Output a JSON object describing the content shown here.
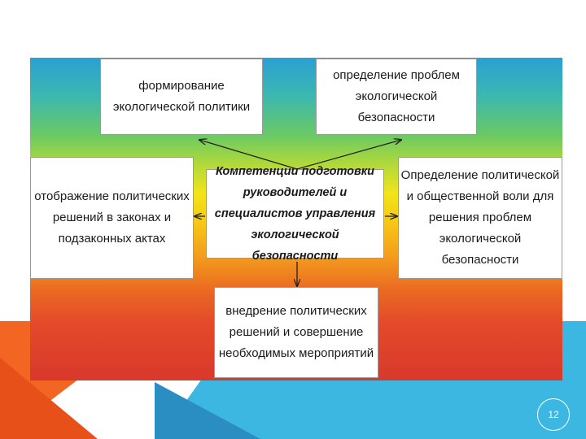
{
  "diagram": {
    "center": "Компетенции подготовки\nруководителей и\nспециалистов управления\nэкологической безопасности",
    "top_left": "формирование\nэкологической политики",
    "top_right": "определение проблем\nэкологической\nбезопасности",
    "mid_left": "отображение политических\nрешений в законах и\nподзаконных актах",
    "mid_right": "Определение политической\nи общественной воли для\nрешения проблем\nэкологической\nбезопасности",
    "bottom": "внедрение политических\nрешений и совершение\nнеобходимых мероприятий"
  },
  "slide": {
    "number": "12"
  }
}
